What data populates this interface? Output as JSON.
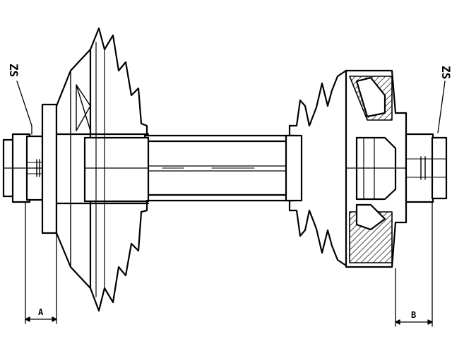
{
  "diagram": {
    "labels": {
      "left_spline": "ZS",
      "right_spline": "ZS",
      "left_dim": "A",
      "right_dim": "B"
    },
    "colors": {
      "line": "#000000",
      "background": "#ffffff"
    }
  }
}
